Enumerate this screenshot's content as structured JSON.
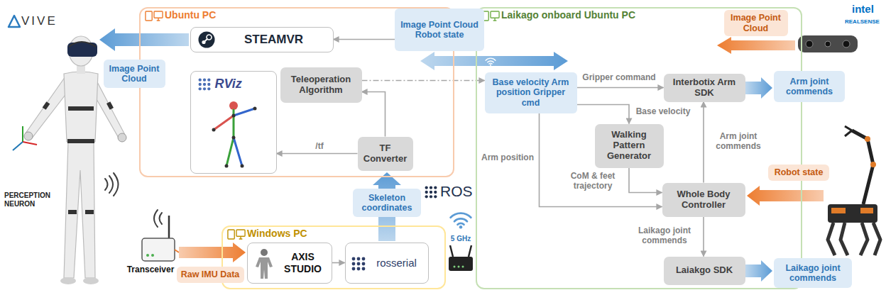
{
  "diagram": {
    "nodes": [
      {
        "text": [
          "Ubuntu PC"
        ]
      },
      {
        "text": [
          "STEAMVR"
        ],
        "in": 0
      },
      {
        "text": [
          "RViz"
        ],
        "in": 0
      },
      {
        "text": [
          "Teleoperation Algorithm"
        ],
        "in": 0
      },
      {
        "text": [
          "TF Converter"
        ],
        "in": 0
      },
      {
        "text": [
          "Image Point Cloud Robot state"
        ]
      },
      {
        "text": [
          "Image Point Cloud"
        ]
      },
      {
        "text": [
          "Laikago onboard Ubuntu PC"
        ]
      },
      {
        "text": [
          "Image Point Cloud"
        ],
        "in": 7
      },
      {
        "text": [
          "Base velocity Arm position Gripper cmd"
        ],
        "in": 7
      },
      {
        "text": [
          "Interbotix Arm SDK"
        ],
        "in": 7
      },
      {
        "text": [
          "Walking Pattern Generator"
        ],
        "in": 7
      },
      {
        "text": [
          "Whole Body Controller"
        ],
        "in": 7
      },
      {
        "text": [
          "Laiakgo SDK"
        ],
        "in": 7
      },
      {
        "text": [
          "Arm joint commends"
        ]
      },
      {
        "text": [
          "Robot state"
        ]
      },
      {
        "text": [
          "Laikago joint commends"
        ]
      },
      {
        "text": [
          "Skeleton coordinates"
        ]
      },
      {
        "text": [
          "Windows PC"
        ]
      },
      {
        "text": [
          "AXIS STUDIO"
        ],
        "in": 18
      },
      {
        "text": [
          "rosserial"
        ],
        "in": 18
      },
      {
        "text": [
          "Raw IMU Data"
        ]
      }
    ],
    "edges": [
      {
        "from": 5,
        "to": 1,
        "arrow": "to"
      },
      {
        "from": 4,
        "to": 3,
        "arrow": "to"
      },
      {
        "from": 4,
        "to": 2,
        "arrow": "to",
        "label": "/tf"
      },
      {
        "from": 3,
        "to": 9,
        "arrow": "to"
      },
      {
        "from": 9,
        "to": 10,
        "arrow": "to",
        "label": "Gripper command"
      },
      {
        "from": 9,
        "to": 11,
        "arrow": "to",
        "label": "Base velocity"
      },
      {
        "from": 9,
        "to": 12,
        "arrow": "to",
        "label": "Arm position"
      },
      {
        "from": 11,
        "to": 12,
        "arrow": "to",
        "label": "CoM & feet trajectory"
      },
      {
        "from": 12,
        "to": 10,
        "arrow": "to",
        "label": "Arm joint commends"
      },
      {
        "from": 12,
        "to": 13,
        "arrow": "to",
        "label": "Laikago joint commends"
      },
      {
        "from": 19,
        "to": 20,
        "arrow": "to"
      }
    ],
    "labels": [
      "VIVE",
      "PERCEPTION NEURON",
      "Transceiver",
      "ROS",
      "5 GHz",
      "intel",
      "REALSENSE"
    ]
  }
}
